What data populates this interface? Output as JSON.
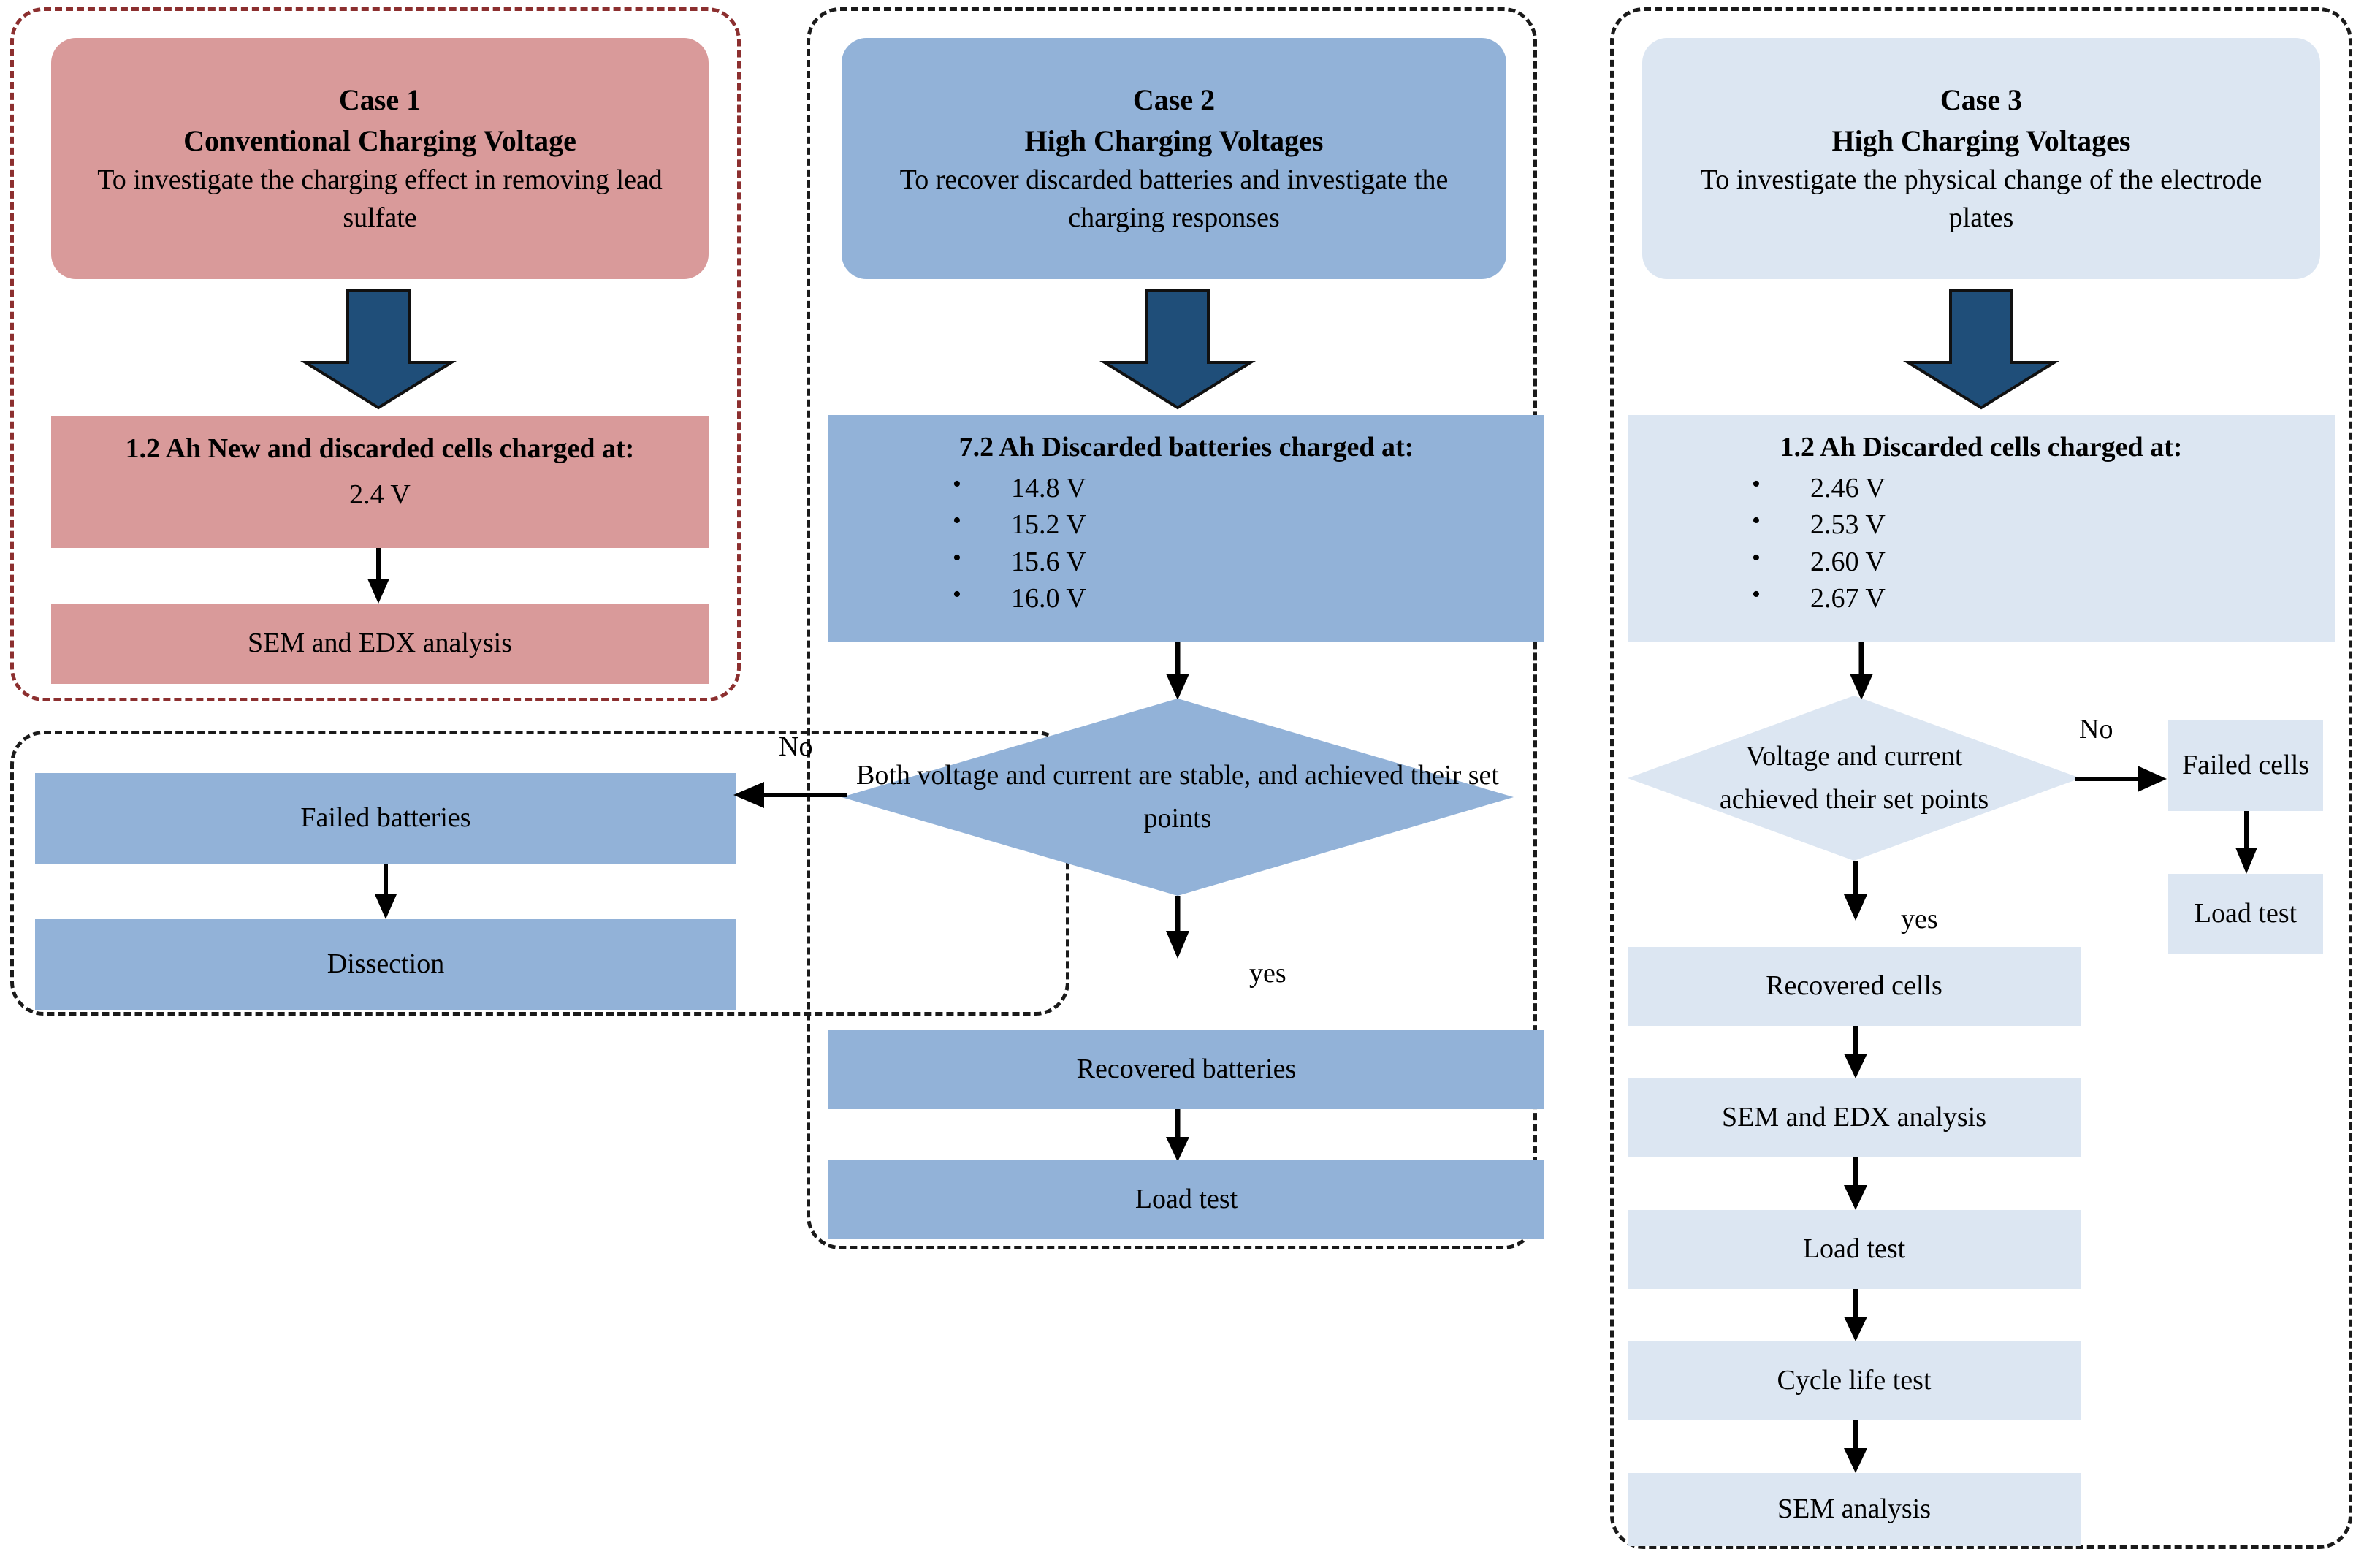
{
  "colors": {
    "case1_fill": "#d99a9a",
    "case2_fill": "#92b2d8",
    "case3_fill": "#dce6f2",
    "arrow_navy": "#1f4e79",
    "frame_red": "#8c2f2f",
    "frame_black": "#1a1a1a",
    "text": "#000000"
  },
  "case1": {
    "frame_label": "case-1-group",
    "header": {
      "title": "Case 1",
      "subtitle": "Conventional Charging Voltage",
      "description": "To investigate the charging effect in removing lead sulfate"
    },
    "big_arrow": "down-block-arrow",
    "steps": [
      {
        "id": "charge",
        "heading": "1.2 Ah New and discarded cells charged at:",
        "value": "2.4 V"
      },
      {
        "id": "analysis",
        "label": "SEM and EDX analysis"
      }
    ]
  },
  "case2": {
    "frame_label": "case-2-group",
    "header": {
      "title": "Case 2",
      "subtitle": "High Charging Voltages",
      "description": "To recover discarded batteries and investigate the charging responses"
    },
    "big_arrow": "down-block-arrow",
    "charge_box": {
      "heading": "7.2 Ah Discarded batteries charged at:",
      "voltages": [
        "14.8 V",
        "15.2 V",
        "15.6 V",
        "16.0 V"
      ]
    },
    "decision": {
      "text": "Both voltage and current are stable, and achieved their set points",
      "no_label": "No",
      "yes_label": "yes"
    },
    "yes_path": [
      "Recovered batteries",
      "Load test"
    ],
    "no_path_group_label": "failed-batteries-group",
    "no_path": [
      "Failed batteries",
      "Dissection"
    ]
  },
  "case3": {
    "frame_label": "case-3-group",
    "header": {
      "title": "Case 3",
      "subtitle": "High Charging Voltages",
      "description": "To investigate the physical change of the electrode plates"
    },
    "big_arrow": "down-block-arrow",
    "charge_box": {
      "heading": "1.2 Ah Discarded cells charged at:",
      "voltages": [
        "2.46 V",
        "2.53 V",
        "2.60 V",
        "2.67 V"
      ]
    },
    "decision": {
      "text": "Voltage and current achieved their set points",
      "no_label": "No",
      "yes_label": "yes"
    },
    "yes_path": [
      "Recovered cells",
      "SEM and EDX analysis",
      "Load test",
      "Cycle life test",
      "SEM analysis"
    ],
    "no_path": [
      "Failed cells",
      "Load test"
    ]
  }
}
